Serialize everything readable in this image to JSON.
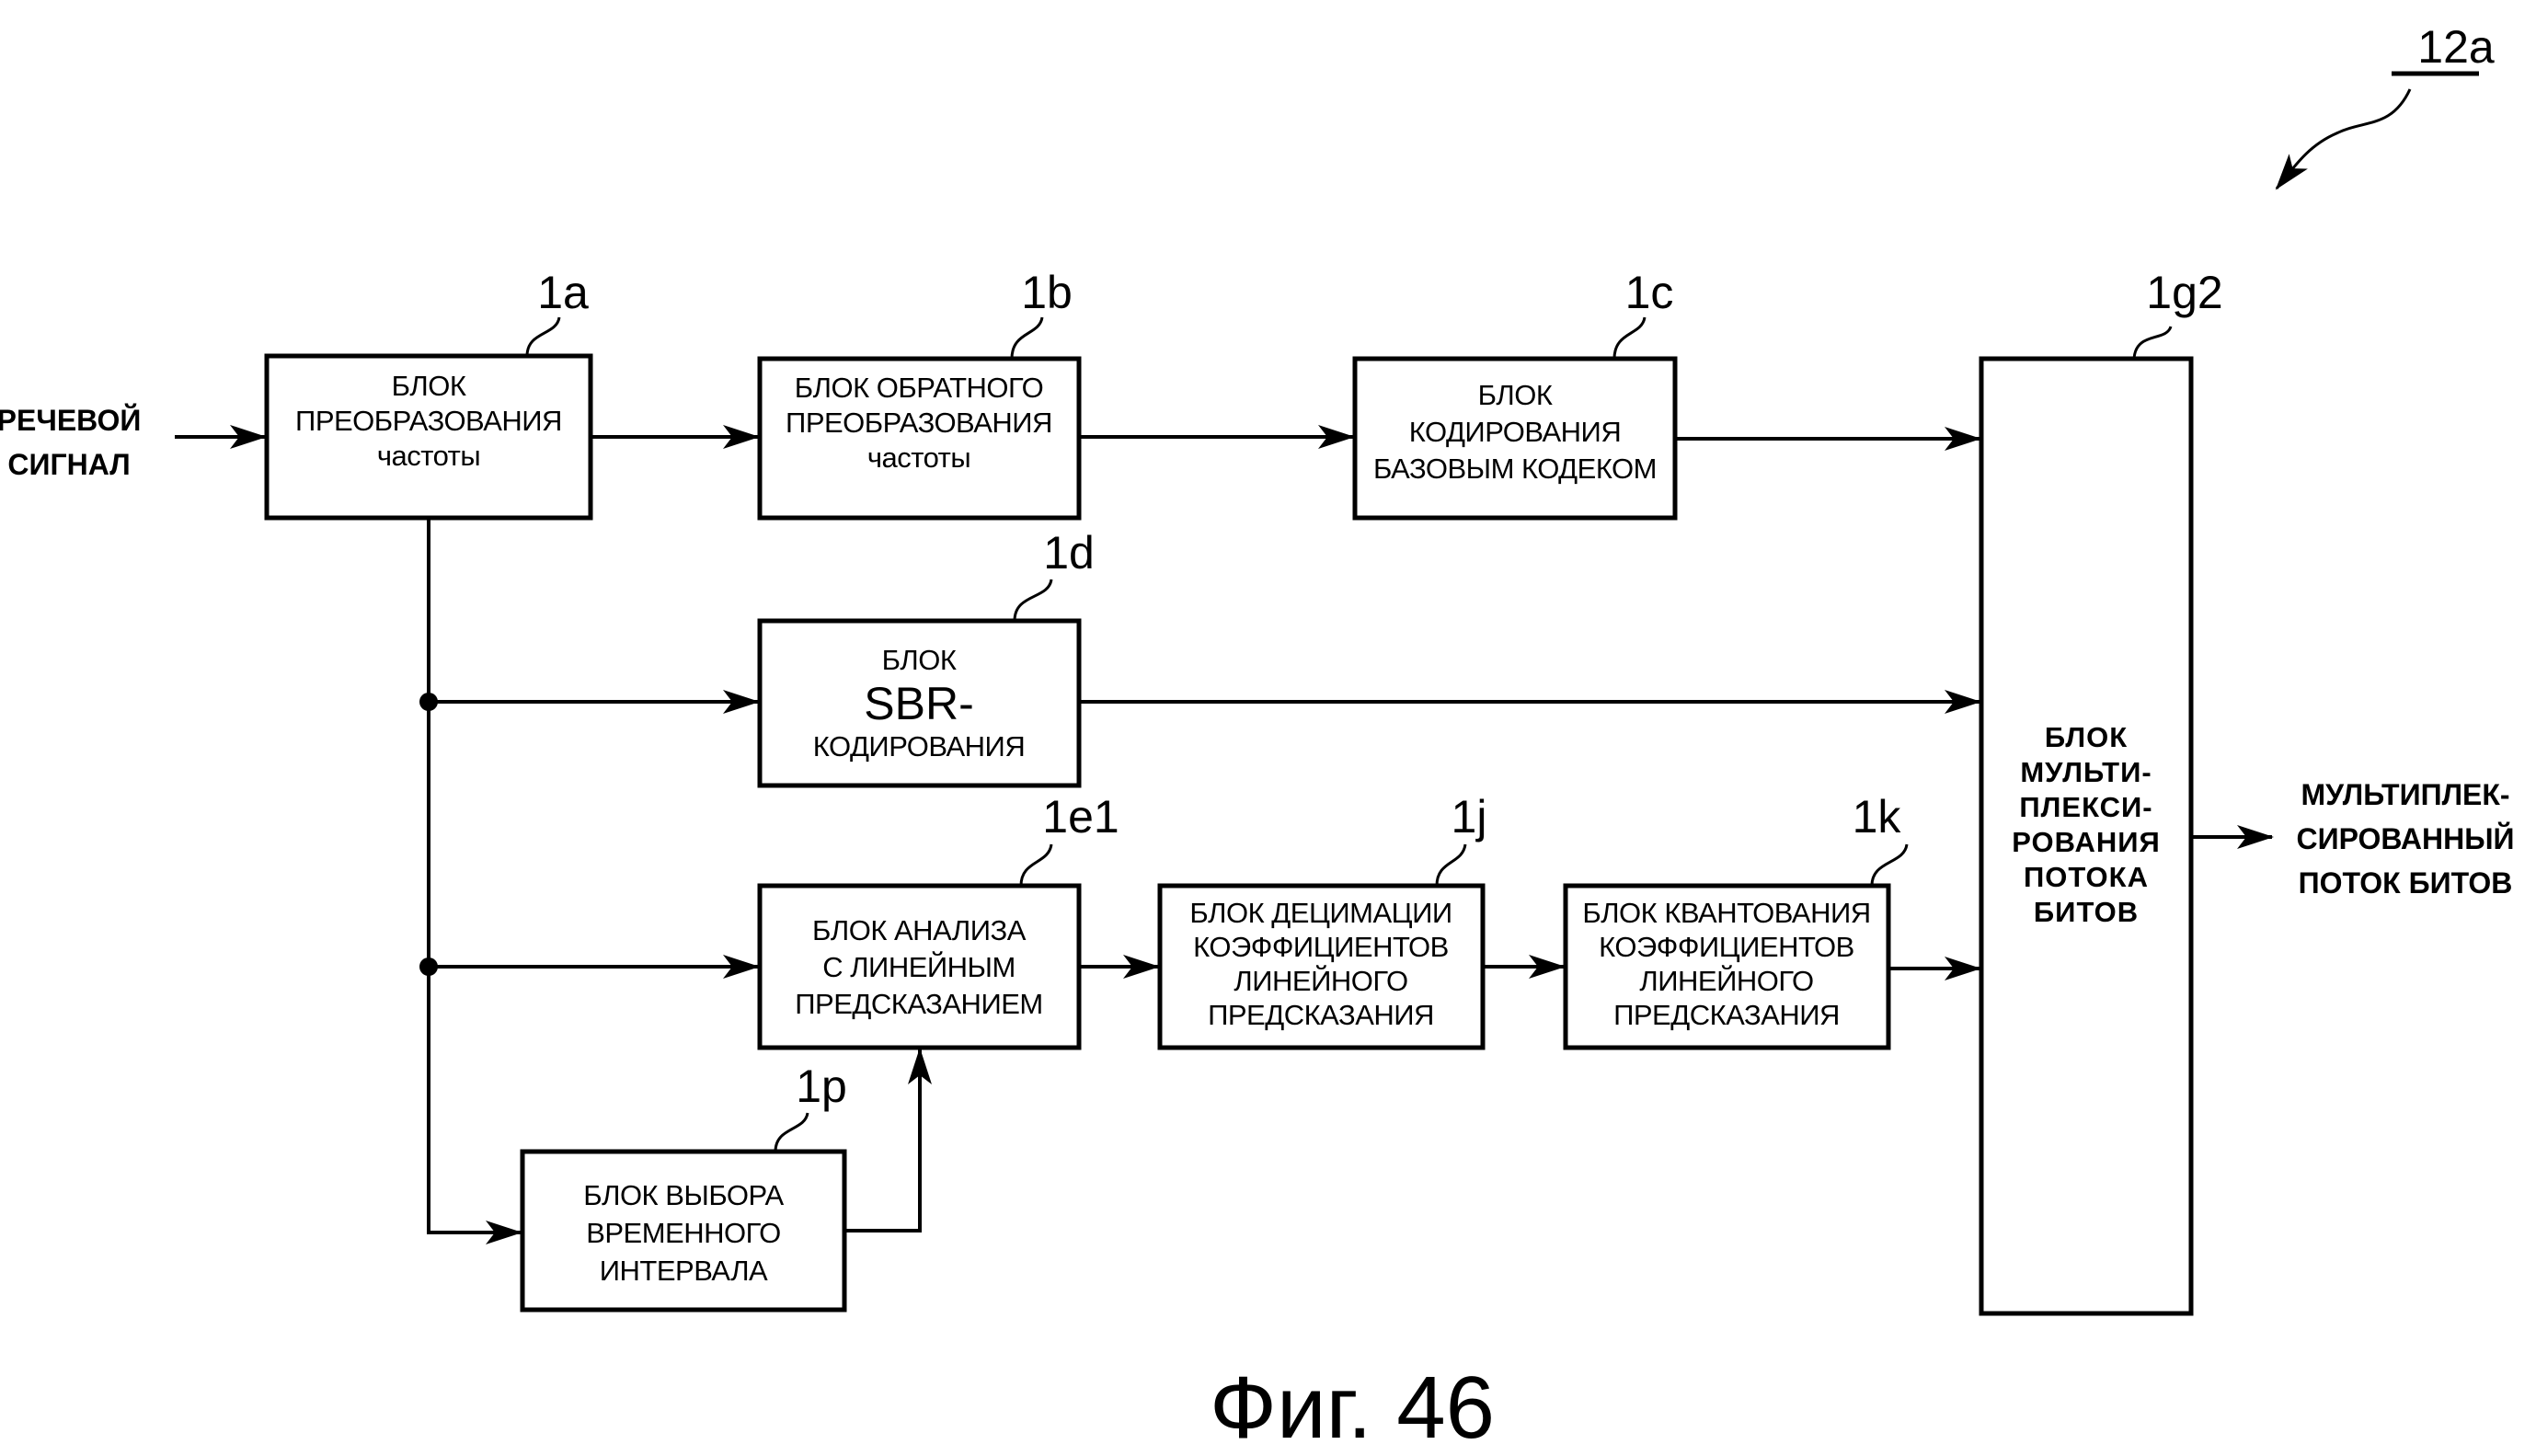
{
  "figure": {
    "caption": "Фиг. 46",
    "device_ref": "12a"
  },
  "input_label": [
    "РЕЧЕВОЙ",
    "СИГНАЛ"
  ],
  "output_label": [
    "МУЛЬТИПЛЕК-",
    "СИРОВАННЫЙ",
    "ПОТОК БИТОВ"
  ],
  "blocks": {
    "1a": {
      "ref": "1a",
      "lines": [
        "БЛОК",
        "ПРЕОБРАЗОВАНИЯ",
        "частоты"
      ]
    },
    "1b": {
      "ref": "1b",
      "lines": [
        "БЛОК ОБРАТНОГО",
        "ПРЕОБРАЗОВАНИЯ",
        "частоты"
      ]
    },
    "1c": {
      "ref": "1c",
      "lines": [
        "БЛОК",
        "КОДИРОВАНИЯ",
        "БАЗОВЫМ КОДЕКОМ"
      ]
    },
    "1d": {
      "ref": "1d",
      "lines": [
        "БЛОК",
        "SBR-",
        "КОДИРОВАНИЯ"
      ]
    },
    "1e1": {
      "ref": "1e1",
      "lines": [
        "БЛОК АНАЛИЗА",
        "С ЛИНЕЙНЫМ",
        "ПРЕДСКАЗАНИЕМ"
      ]
    },
    "1j": {
      "ref": "1j",
      "lines": [
        "БЛОК ДЕЦИМАЦИИ",
        "КОЭФФИЦИЕНТОВ",
        "ЛИНЕЙНОГО",
        "ПРЕДСКАЗАНИЯ"
      ]
    },
    "1k": {
      "ref": "1k",
      "lines": [
        "БЛОК КВАНТОВАНИЯ",
        "КОЭФФИЦИЕНТОВ",
        "ЛИНЕЙНОГО",
        "ПРЕДСКАЗАНИЯ"
      ]
    },
    "1p": {
      "ref": "1p",
      "lines": [
        "БЛОК ВЫБОРА",
        "ВРЕМЕННОГО",
        "ИНТЕРВАЛА"
      ]
    },
    "1g2": {
      "ref": "1g2",
      "lines": [
        "БЛОК",
        "МУЛЬТИ-",
        "ПЛЕКСИ-",
        "РОВАНИЯ",
        "ПОТОКА",
        "БИТОВ"
      ]
    }
  },
  "connections": [
    {
      "from": "input",
      "to": "1a"
    },
    {
      "from": "1a",
      "to": "1b"
    },
    {
      "from": "1b",
      "to": "1c"
    },
    {
      "from": "1c",
      "to": "1g2"
    },
    {
      "from": "1a",
      "to": "1d"
    },
    {
      "from": "1d",
      "to": "1g2"
    },
    {
      "from": "1a",
      "to": "1e1"
    },
    {
      "from": "1e1",
      "to": "1j"
    },
    {
      "from": "1j",
      "to": "1k"
    },
    {
      "from": "1k",
      "to": "1g2"
    },
    {
      "from": "1a",
      "to": "1p"
    },
    {
      "from": "1p",
      "to": "1e1"
    },
    {
      "from": "1g2",
      "to": "output"
    }
  ]
}
